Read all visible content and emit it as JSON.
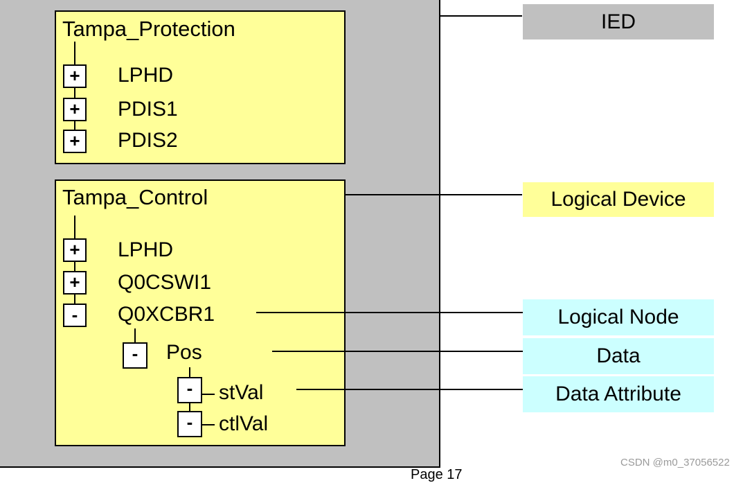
{
  "logical_devices": [
    {
      "name": "Tampa_Protection",
      "nodes": [
        {
          "label": "LPHD",
          "toggle": "+"
        },
        {
          "label": "PDIS1",
          "toggle": "+"
        },
        {
          "label": "PDIS2",
          "toggle": "+"
        }
      ]
    },
    {
      "name": "Tampa_Control",
      "nodes": [
        {
          "label": "LPHD",
          "toggle": "+"
        },
        {
          "label": "Q0CSWI1",
          "toggle": "+"
        },
        {
          "label": "Q0XCBR1",
          "toggle": "-"
        }
      ],
      "data": {
        "label": "Pos",
        "toggle": "-"
      },
      "attributes": [
        {
          "label": "stVal",
          "toggle": "-"
        },
        {
          "label": "ctlVal",
          "toggle": "-"
        }
      ]
    }
  ],
  "legend": {
    "ied": "IED",
    "logical_device": "Logical Device",
    "logical_node": "Logical Node",
    "data": "Data",
    "data_attribute": "Data Attribute"
  },
  "colors": {
    "ied": "#c0c0c0",
    "logical_device": "#ffff99",
    "node_levels": "#ccffff"
  },
  "footer": {
    "page": "Page 17",
    "watermark": "CSDN @m0_37056522"
  }
}
